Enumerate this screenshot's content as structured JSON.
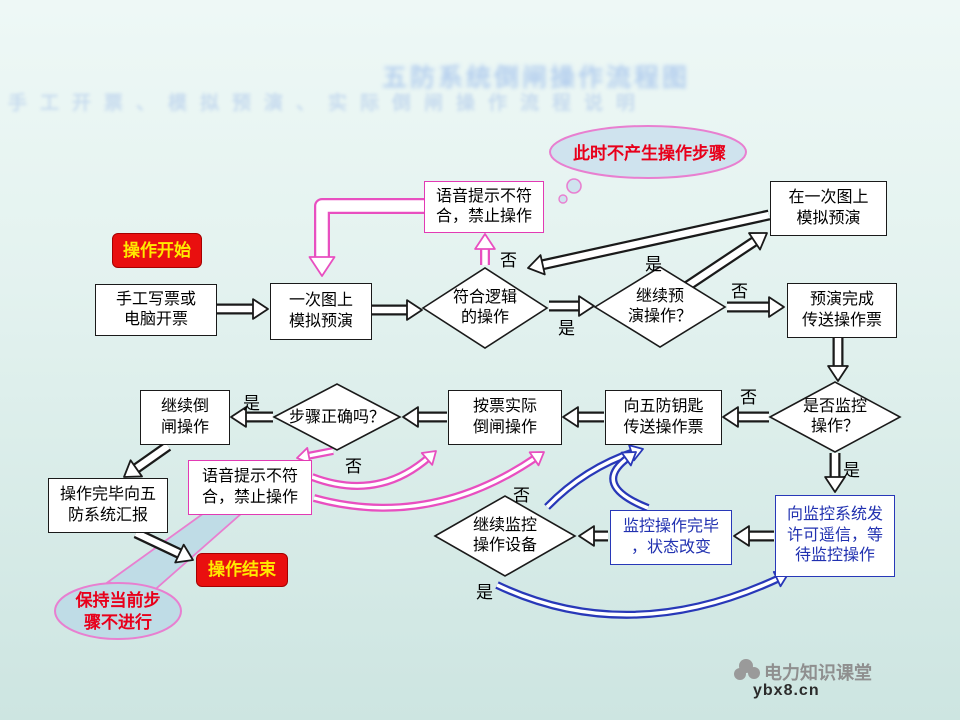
{
  "labels": {
    "yes": "是",
    "no": "否"
  },
  "nodes": {
    "start": {
      "text": "操作开始"
    },
    "write": {
      "text": "手工写票或\n电脑开票"
    },
    "sim1": {
      "text": "一次图上\n模拟预演"
    },
    "logic": {
      "text": "符合逻辑\n的操作"
    },
    "voice1": {
      "text": "语音提示不符\n合，禁止操作"
    },
    "resim": {
      "text": "在一次图上\n模拟预演"
    },
    "cont_pre": {
      "text": "继续预\n演操作？"
    },
    "done_send": {
      "text": "预演完成\n传送操作票"
    },
    "monitor_q": {
      "text": "是否监控\n操作？"
    },
    "key_send": {
      "text": "向五防钥匙\n传送操作票"
    },
    "actual": {
      "text": "按票实际\n倒闸操作"
    },
    "step_ok": {
      "text": "步骤正确吗？"
    },
    "cont_op": {
      "text": "继续倒\n闸操作"
    },
    "voice2": {
      "text": "语音提示不符\n合，禁止操作"
    },
    "report": {
      "text": "操作完毕向五\n防系统汇报"
    },
    "end": {
      "text": "操作结束"
    },
    "monitor_cont": {
      "text": "继续监控\n操作设备"
    },
    "monitor_done": {
      "text": "监控操作完毕\n，状态改变"
    },
    "monitor_wait": {
      "text": "向监控系统发\n许可遥信，等\n待监控操作"
    }
  },
  "notes": {
    "cloud": "此时不产生操作步骤",
    "keep": "保持当前步\n骤不进行"
  },
  "watermark": {
    "line1": "五防系统倒闸操作流程图",
    "line2": "手工开票、模拟预演、实际倒闸操作流程说明"
  },
  "footer": {
    "brand": "电力知识课堂",
    "site": "ybx8.cn"
  },
  "colors": {
    "accent_red": "#e90f0f",
    "label_yellow": "#ffe900",
    "magenta": "#e23ab4",
    "blue": "#2838b8",
    "note_red": "#e8001b"
  }
}
